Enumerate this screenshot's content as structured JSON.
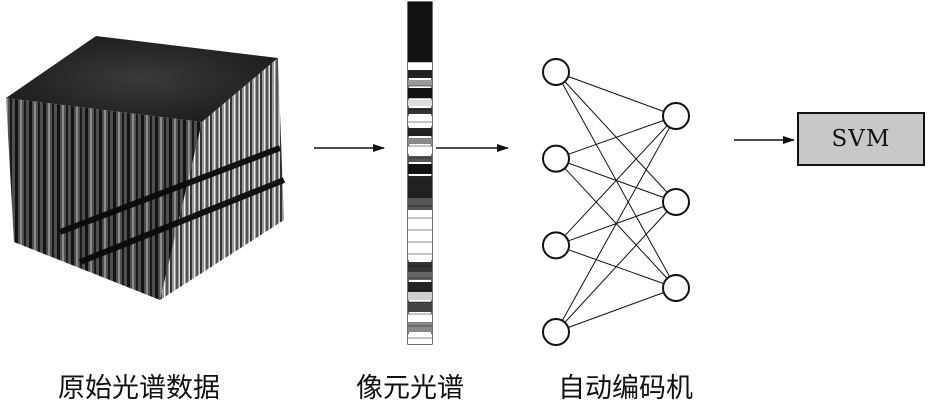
{
  "captions": {
    "cube": "原始光谱数据",
    "pixel_spectrum": "像元光谱",
    "autoencoder": "自动编码机"
  },
  "classifier": {
    "label": "SVM"
  },
  "network": {
    "input_nodes": 4,
    "hidden_nodes": 3
  },
  "colors": {
    "stroke": "#111111",
    "svm_fill": "#c8c8c8",
    "background": "#ffffff"
  }
}
